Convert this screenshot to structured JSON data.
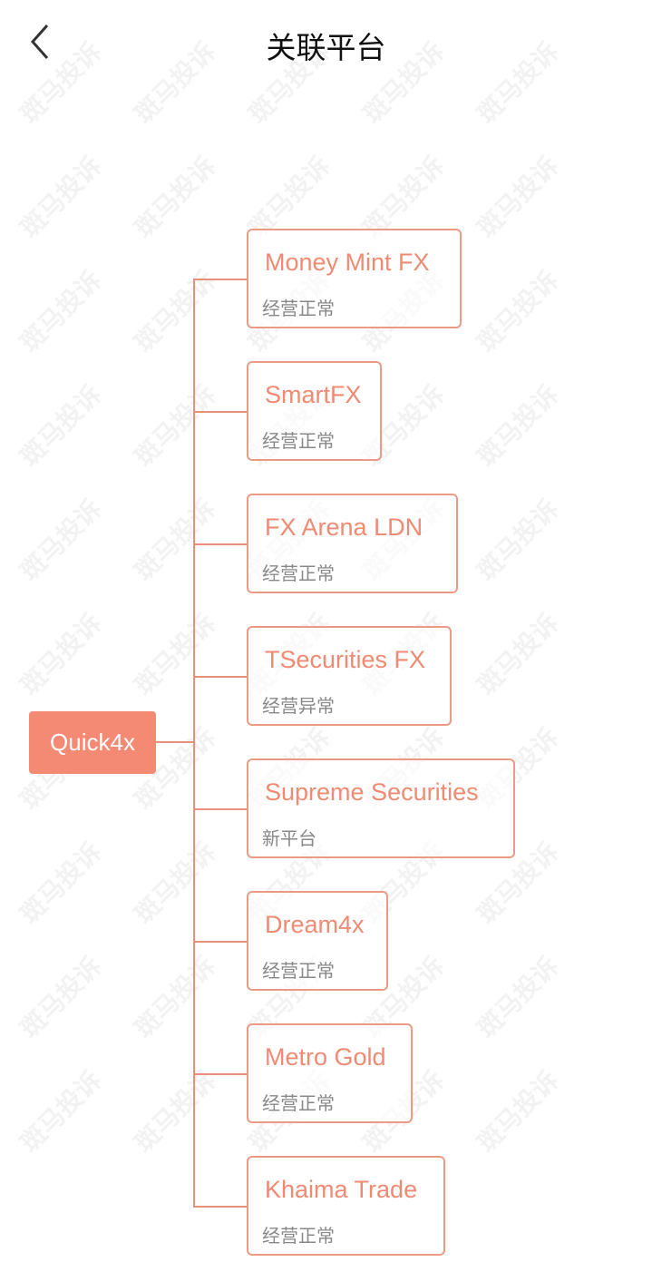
{
  "header": {
    "title": "关联平台",
    "back_icon": "chevron-left-icon"
  },
  "watermark": "斑马投诉",
  "colors": {
    "accent": "#f58a74",
    "border": "#eb9a88",
    "status_text": "#888888"
  },
  "root": {
    "name": "Quick4x"
  },
  "platforms": [
    {
      "name": "Money Mint FX",
      "status": "经营正常"
    },
    {
      "name": "SmartFX",
      "status": "经营正常"
    },
    {
      "name": "FX Arena LDN",
      "status": "经营正常"
    },
    {
      "name": "TSecurities FX",
      "status": "经营异常"
    },
    {
      "name": "Supreme Securities",
      "status": "新平台"
    },
    {
      "name": "Dream4x",
      "status": "经营正常"
    },
    {
      "name": "Metro Gold",
      "status": "经营正常"
    },
    {
      "name": "Khaima Trade",
      "status": "经营正常"
    }
  ]
}
